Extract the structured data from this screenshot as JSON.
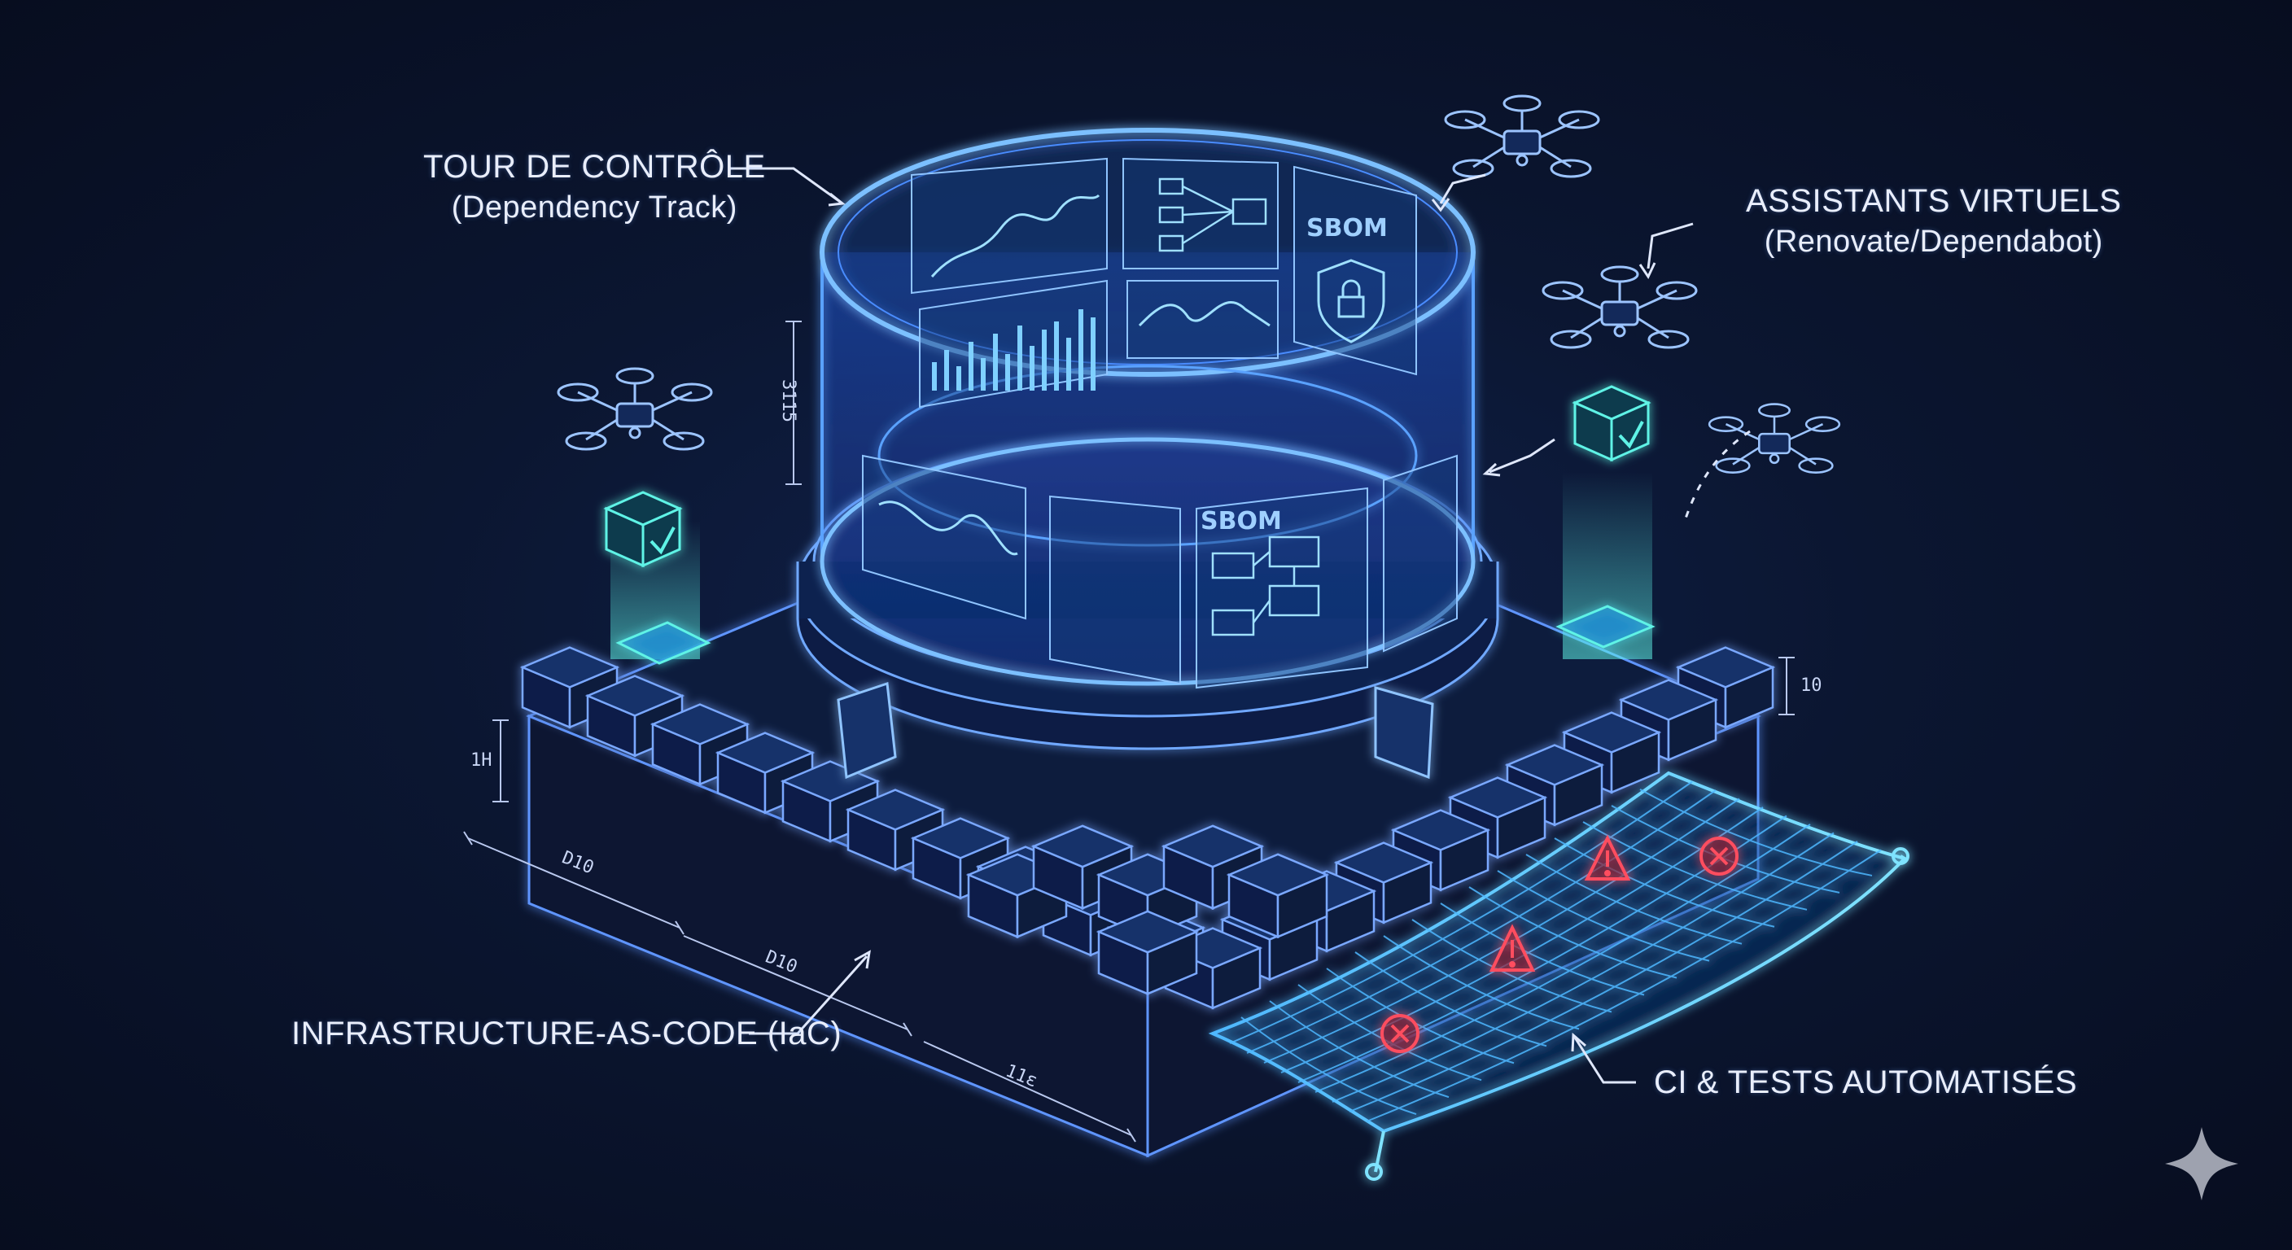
{
  "labels": {
    "control_tower": {
      "title": "TOUR DE CONTRÔLE",
      "sub": "(Dependency Track)"
    },
    "virtual_assistants": {
      "title": "ASSISTANTS VIRTUELS",
      "sub": "(Renovate/Dependabot)"
    },
    "iac": {
      "title": "INFRASTRUCTURE-AS-CODE (IaC)"
    },
    "ci_tests": {
      "title": "CI & TESTS AUTOMATISÉS"
    }
  },
  "dimensions": {
    "tower_height": "3115",
    "block_height": "1H",
    "edge_right": "10",
    "depth_1": "D10",
    "depth_2": "D10",
    "depth_3": "11ε"
  },
  "screens": {
    "sbom_top": "SBOM",
    "sbom_bottom": "SBOM"
  },
  "colors": {
    "background": "#0a1126",
    "line": "#6fa8ff",
    "glow": "#3d8bff",
    "cyan": "#5ff3e6",
    "warning": "#ff4d5e"
  },
  "icons": [
    "drone-icon",
    "check-cube-icon",
    "warning-icon",
    "error-icon",
    "shield-lock-icon",
    "sparkle-icon"
  ]
}
